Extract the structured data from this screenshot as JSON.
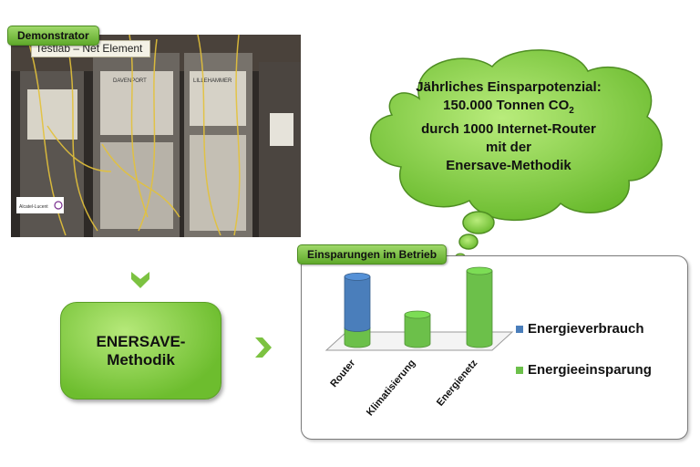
{
  "demonstrator": {
    "tag": "Demonstrator",
    "caption": "Testlab – Net Element",
    "photo_labels": [
      "DAVENPORT",
      "LILLEHAMMER"
    ],
    "vendor_logo": "Alcatel-Lucent"
  },
  "method": {
    "line1": "ENERSAVE-",
    "line2": "Methodik"
  },
  "cloud": {
    "line1": "Jährliches Einsparpotenzial:",
    "line2_prefix": "150.000 Tonnen  CO",
    "line2_sub": "2",
    "line3": "durch 1000 Internet-Router",
    "line4": "mit der",
    "line5": "Enersave-Methodik"
  },
  "betrieb": {
    "tag": "Einsparungen im Betrieb"
  },
  "colors": {
    "green": "#6cc04a",
    "blue": "#4a7ebb",
    "accent": "#7cc241"
  },
  "chart_data": {
    "type": "bar",
    "style": "3d-cylinder-stacked",
    "categories": [
      "Router",
      "Klimatisierung",
      "Energienetz"
    ],
    "series": [
      {
        "name": "Energieverbrauch",
        "color": "#4a7ebb",
        "values": [
          0.7,
          0,
          0
        ]
      },
      {
        "name": "Energieeinsparung",
        "color": "#6cc04a",
        "values": [
          0.22,
          0.4,
          1.0
        ]
      }
    ],
    "legend_position": "right",
    "axis_values_shown": false
  }
}
